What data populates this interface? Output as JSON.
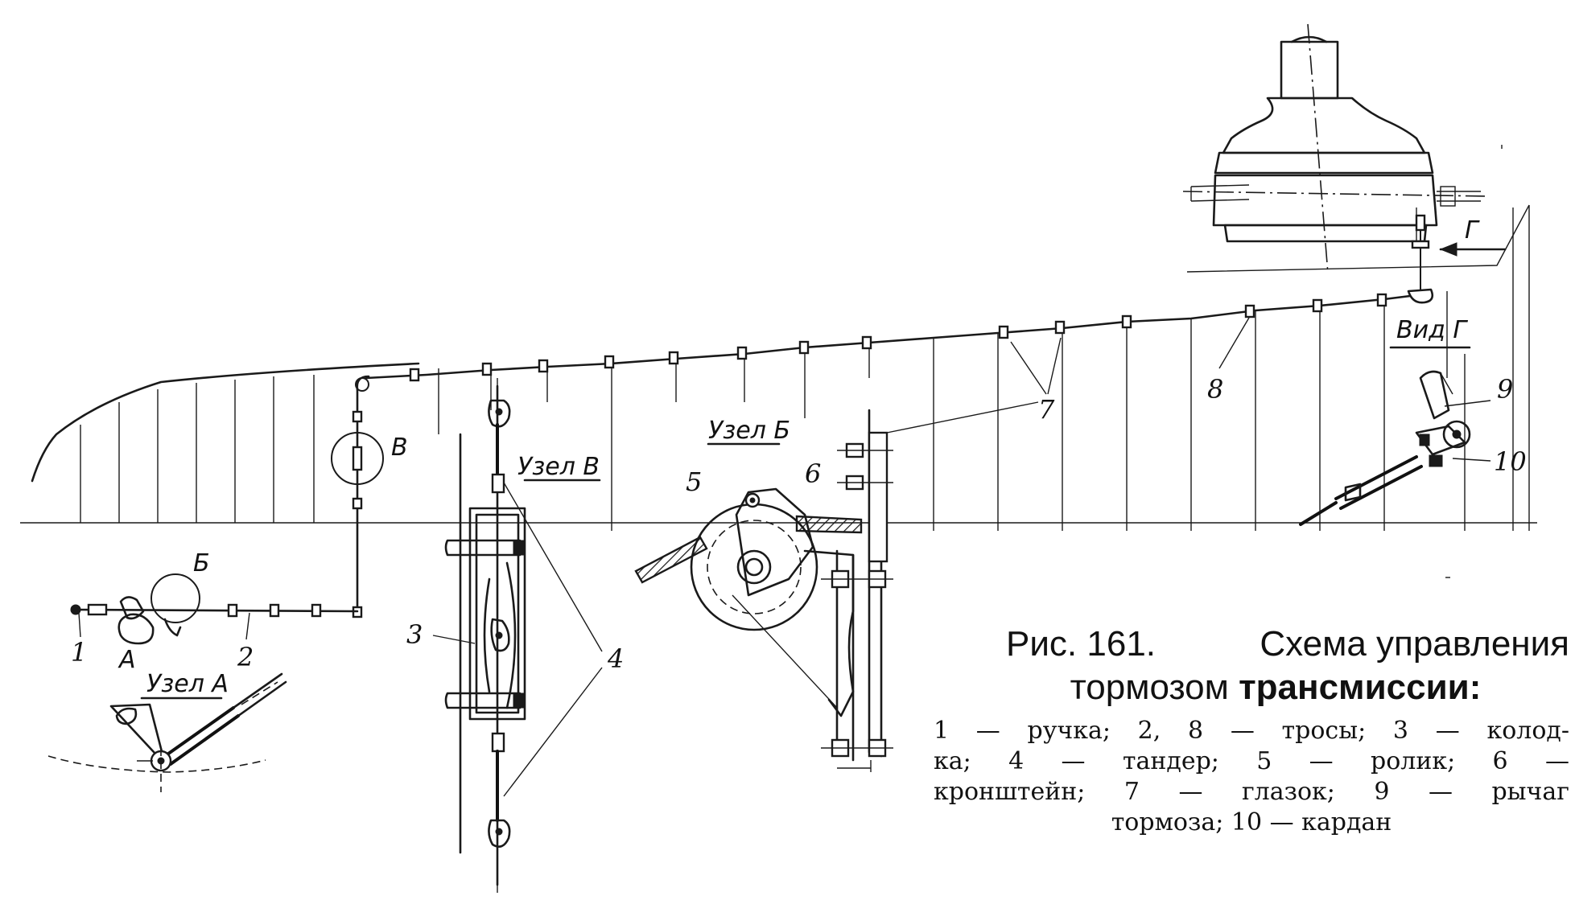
{
  "figure": {
    "number_text": "Рис. 161.",
    "title_part1": "Схема управления",
    "title_part2_a": "тормозом",
    "title_part2_b": "трансмиссии:"
  },
  "legend_lines": [
    "1 — ручка; 2, 8 — тросы; 3 — колод-",
    "ка; 4 — тандер; 5 — ролик; 6 —",
    "кронштейн; 7 — глазок; 9 — рычаг",
    "тормоза; 10 — кардан"
  ],
  "node_labels": {
    "node_a": "Узел А",
    "node_b": "Узел Б",
    "node_v": "Узел В",
    "view_g": "Вид Г",
    "arrow_g": "Г",
    "letter_a": "А",
    "letter_b": "Б",
    "letter_v": "В"
  },
  "callouts": {
    "n1": "1",
    "n2": "2",
    "n3": "3",
    "n4": "4",
    "n5": "5",
    "n6": "6",
    "n7": "7",
    "n8": "8",
    "n9": "9",
    "n10": "10"
  }
}
